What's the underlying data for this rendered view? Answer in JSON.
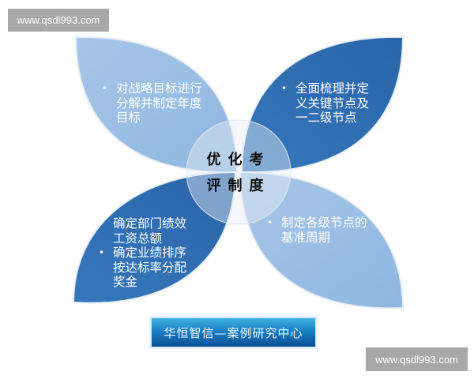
{
  "watermarks": {
    "top": "www.qsdl993.com",
    "bottom": "www.qsdl993.com"
  },
  "center": {
    "line1": "优化考",
    "line2": "评制度"
  },
  "petals": {
    "top_left": {
      "color": "#9dc0e4",
      "items": [
        "对战略目标进行分解并制定年度目标"
      ],
      "lines": [
        "对战略目标进行",
        "分解并制定年度",
        "目标"
      ]
    },
    "top_right": {
      "color": "#2f6fb2",
      "lines": [
        "全面梳理并定",
        "义关键节点及",
        "一二级节点"
      ]
    },
    "bottom_left": {
      "color": "#2f6fb2",
      "item1": [
        "确定部门绩效",
        "工资总额"
      ],
      "item2": [
        "确定业绩排序",
        "按达标率分配",
        "奖金"
      ]
    },
    "bottom_right": {
      "color": "#9dc0e4",
      "lines": [
        "制定各级节点的",
        "基准周期"
      ]
    }
  },
  "banner": "华恒智信—案例研究中心"
}
